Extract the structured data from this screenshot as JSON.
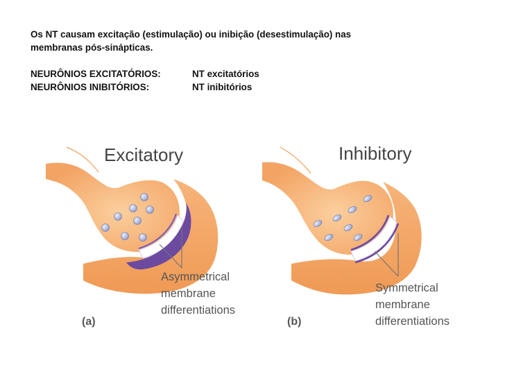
{
  "intro": {
    "line1": "Os NT causam excitação (estimulação) ou inibição (desestimulação) nas",
    "line2": "membranas pós-sinápticas."
  },
  "rows": [
    {
      "label": "NEURÔNIOS EXCITATÓRIOS:",
      "value": "NT excitatórios"
    },
    {
      "label": "NEURÔNIOS INIBITÓRIOS:",
      "value": "NT inibitórios"
    }
  ],
  "panel_a": {
    "title": "Excitatory",
    "annotation": [
      "Asymmetrical",
      "membrane",
      "differentiations"
    ],
    "tag": "(a)"
  },
  "panel_b": {
    "title": "Inhibitory",
    "annotation": [
      "Symmetrical",
      "membrane",
      "differentiations"
    ],
    "tag": "(b)"
  },
  "colors": {
    "terminal_fill": "#f5a868",
    "terminal_light": "#fbd0a3",
    "membrane_purple": "#6b4aa0",
    "vesicle": "#aab4d8"
  }
}
